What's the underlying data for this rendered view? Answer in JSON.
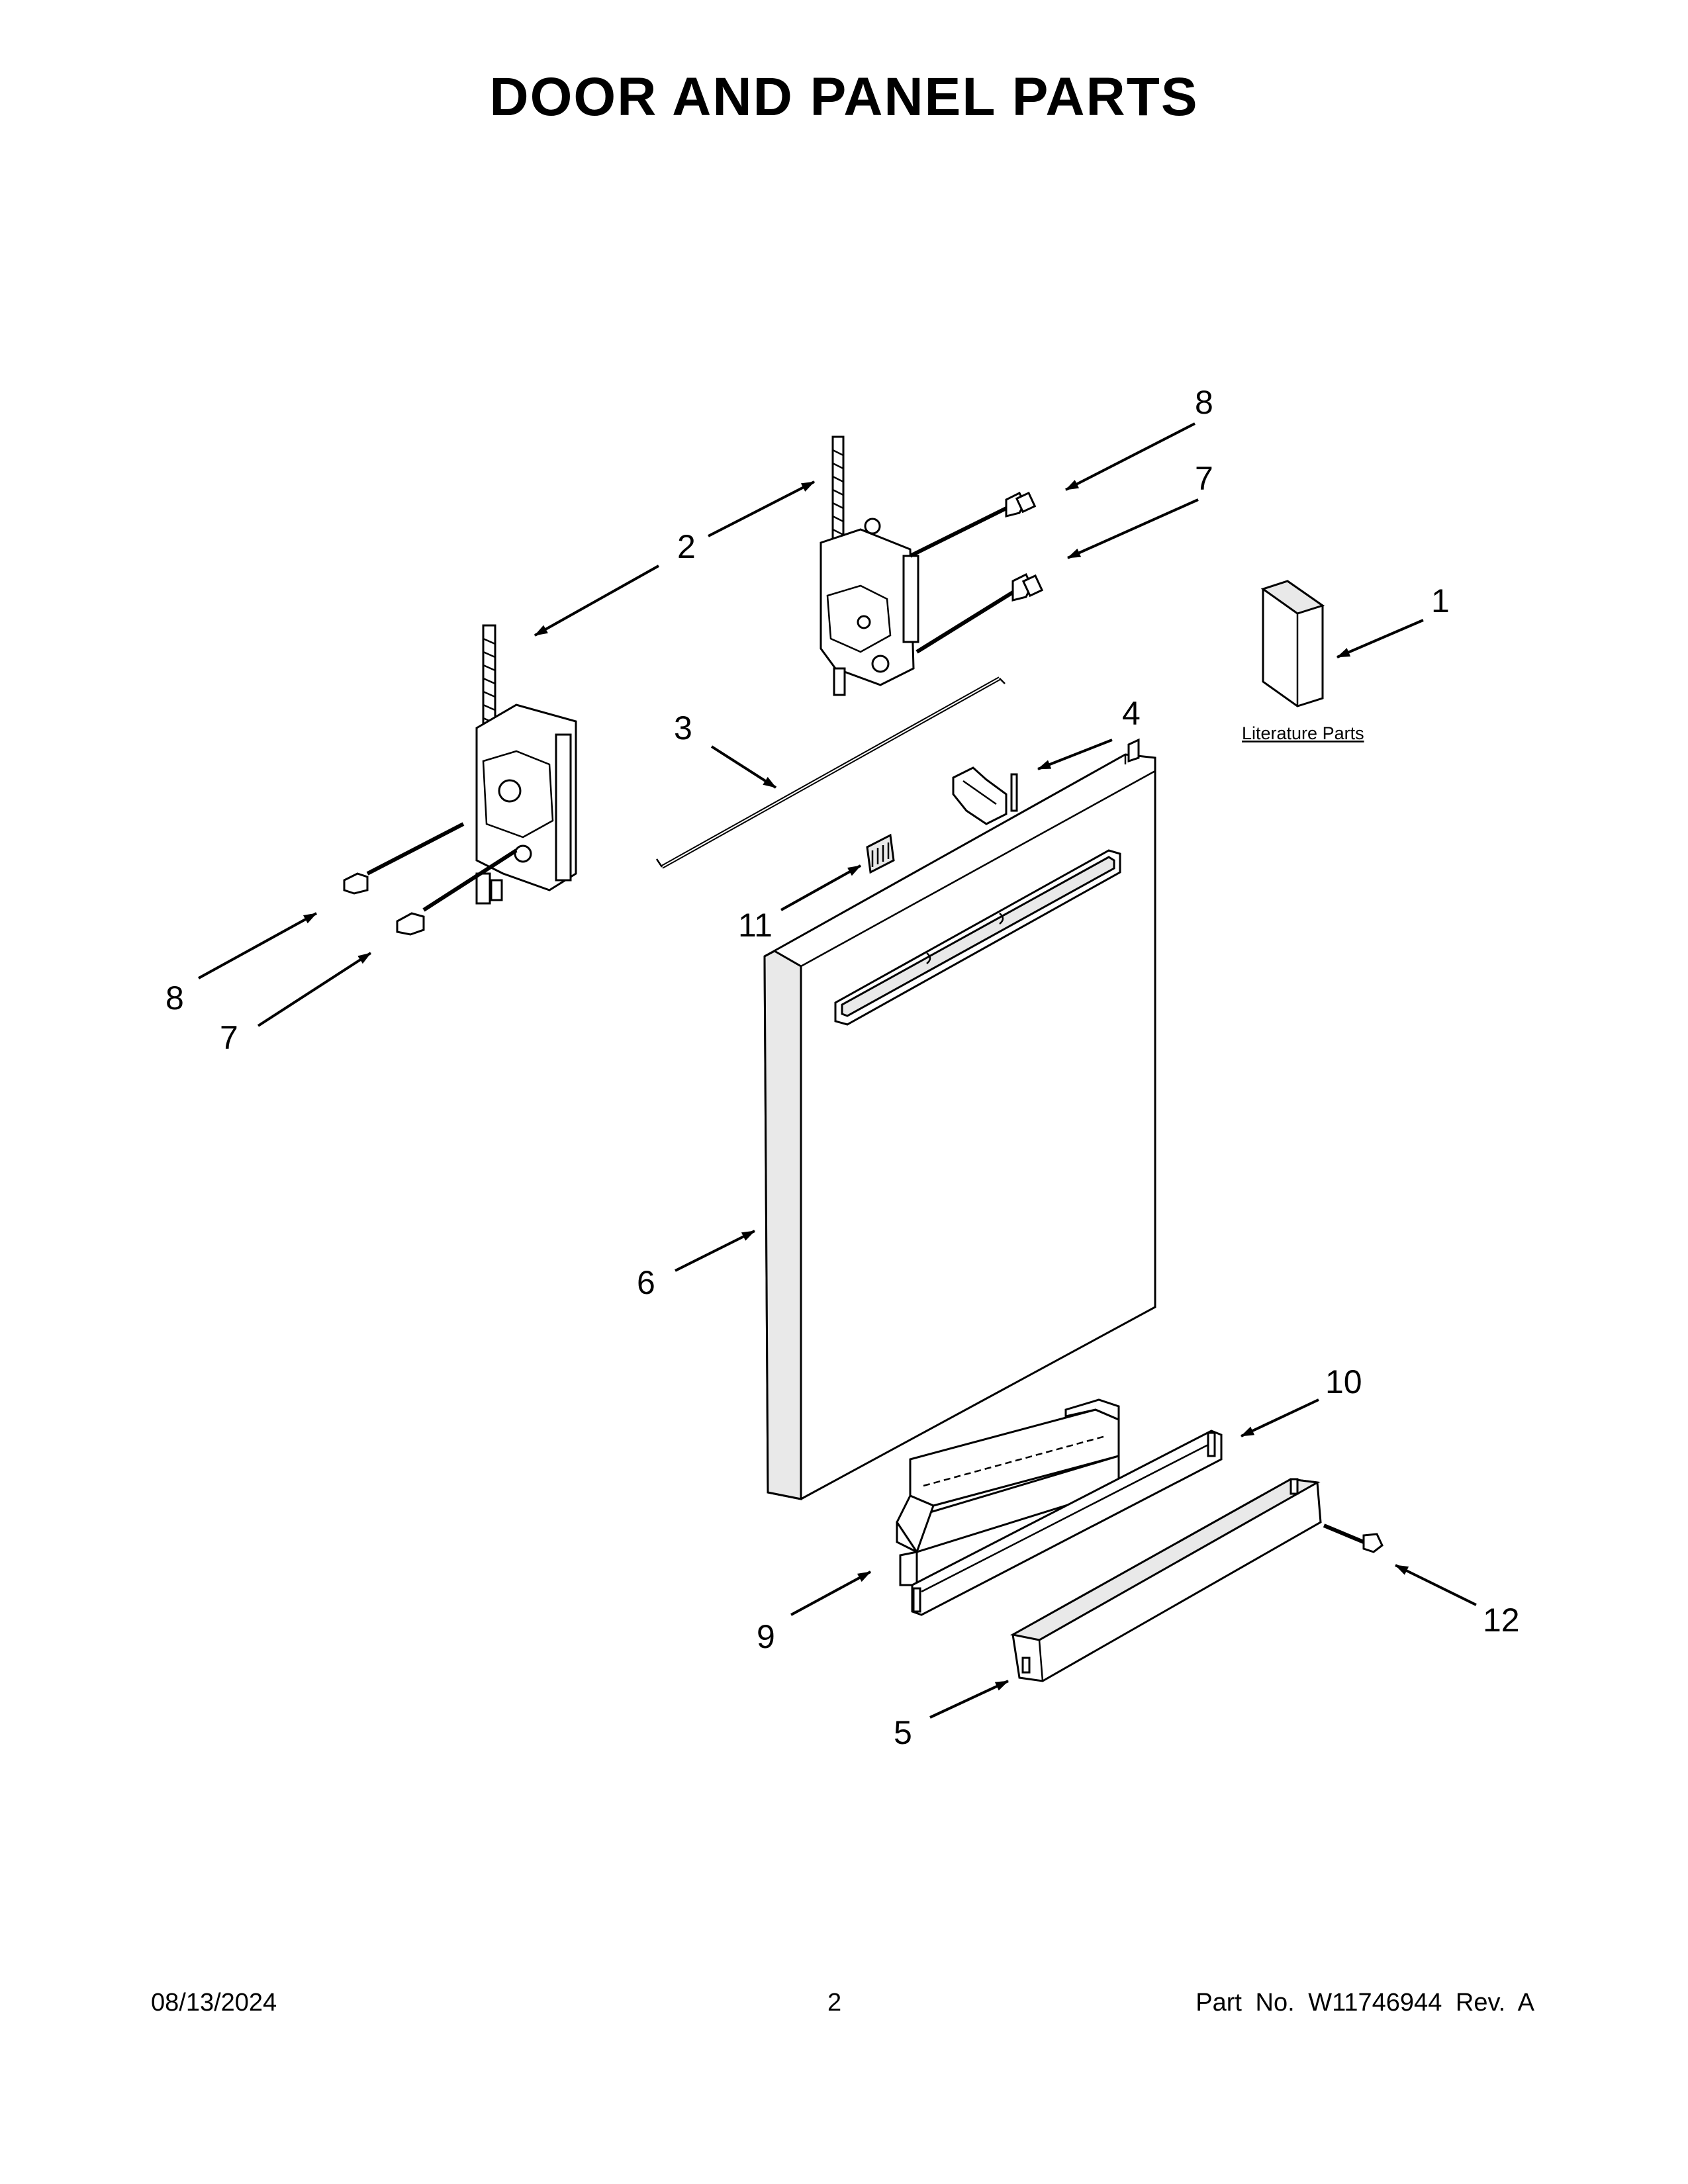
{
  "title": "DOOR AND PANEL PARTS",
  "literature_label": "Literature Parts",
  "callouts": {
    "c1": "1",
    "c2": "2",
    "c3": "3",
    "c4": "4",
    "c5": "5",
    "c6": "6",
    "c7_top": "7",
    "c7_left": "7",
    "c8_top": "8",
    "c8_left": "8",
    "c9": "9",
    "c10": "10",
    "c11": "11",
    "c12": "12"
  },
  "footer": {
    "date": "08/13/2024",
    "page": "2",
    "part_no": "Part No.  W11746944  Rev.  A"
  }
}
